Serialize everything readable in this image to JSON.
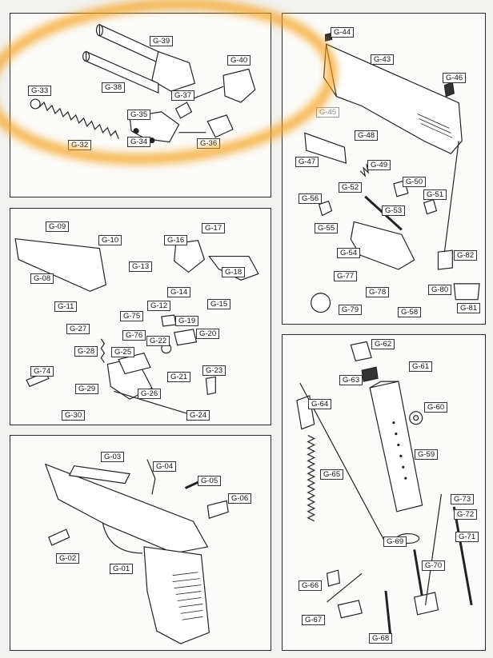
{
  "panels": {
    "slide_barrel": {
      "parts": [
        "G-39",
        "G-40",
        "G-38",
        "G-37",
        "G-33",
        "G-35",
        "G-32",
        "G-34",
        "G-36"
      ]
    },
    "slide": {
      "parts": [
        "G-44",
        "G-43",
        "G-46",
        "G-45",
        "G-48",
        "G-47",
        "G-49",
        "G-50",
        "G-52",
        "G-56",
        "G-51",
        "G-53",
        "G-55",
        "G-54",
        "G-82",
        "G-77",
        "G-78",
        "G-80",
        "G-79",
        "G-58",
        "G-81"
      ]
    },
    "trigger": {
      "parts": [
        "G-09",
        "G-10",
        "G-17",
        "G-16",
        "G-13",
        "G-08",
        "G-18",
        "G-14",
        "G-11",
        "G-12",
        "G-15",
        "G-75",
        "G-27",
        "G-76",
        "G-19",
        "G-20",
        "G-22",
        "G-28",
        "G-25",
        "G-74",
        "G-23",
        "G-21",
        "G-29",
        "G-26",
        "G-30",
        "G-24"
      ]
    },
    "frame": {
      "parts": [
        "G-03",
        "G-04",
        "G-05",
        "G-06",
        "G-02",
        "G-01"
      ]
    },
    "magazine": {
      "parts": [
        "G-62",
        "G-63",
        "G-61",
        "G-64",
        "G-60",
        "G-59",
        "G-65",
        "G-73",
        "G-72",
        "G-71",
        "G-69",
        "G-70",
        "G-66",
        "G-67",
        "G-68"
      ]
    }
  },
  "colors": {
    "highlight": "#f7a11c",
    "faint_label": "#8a8a8a",
    "line": "#222222"
  }
}
